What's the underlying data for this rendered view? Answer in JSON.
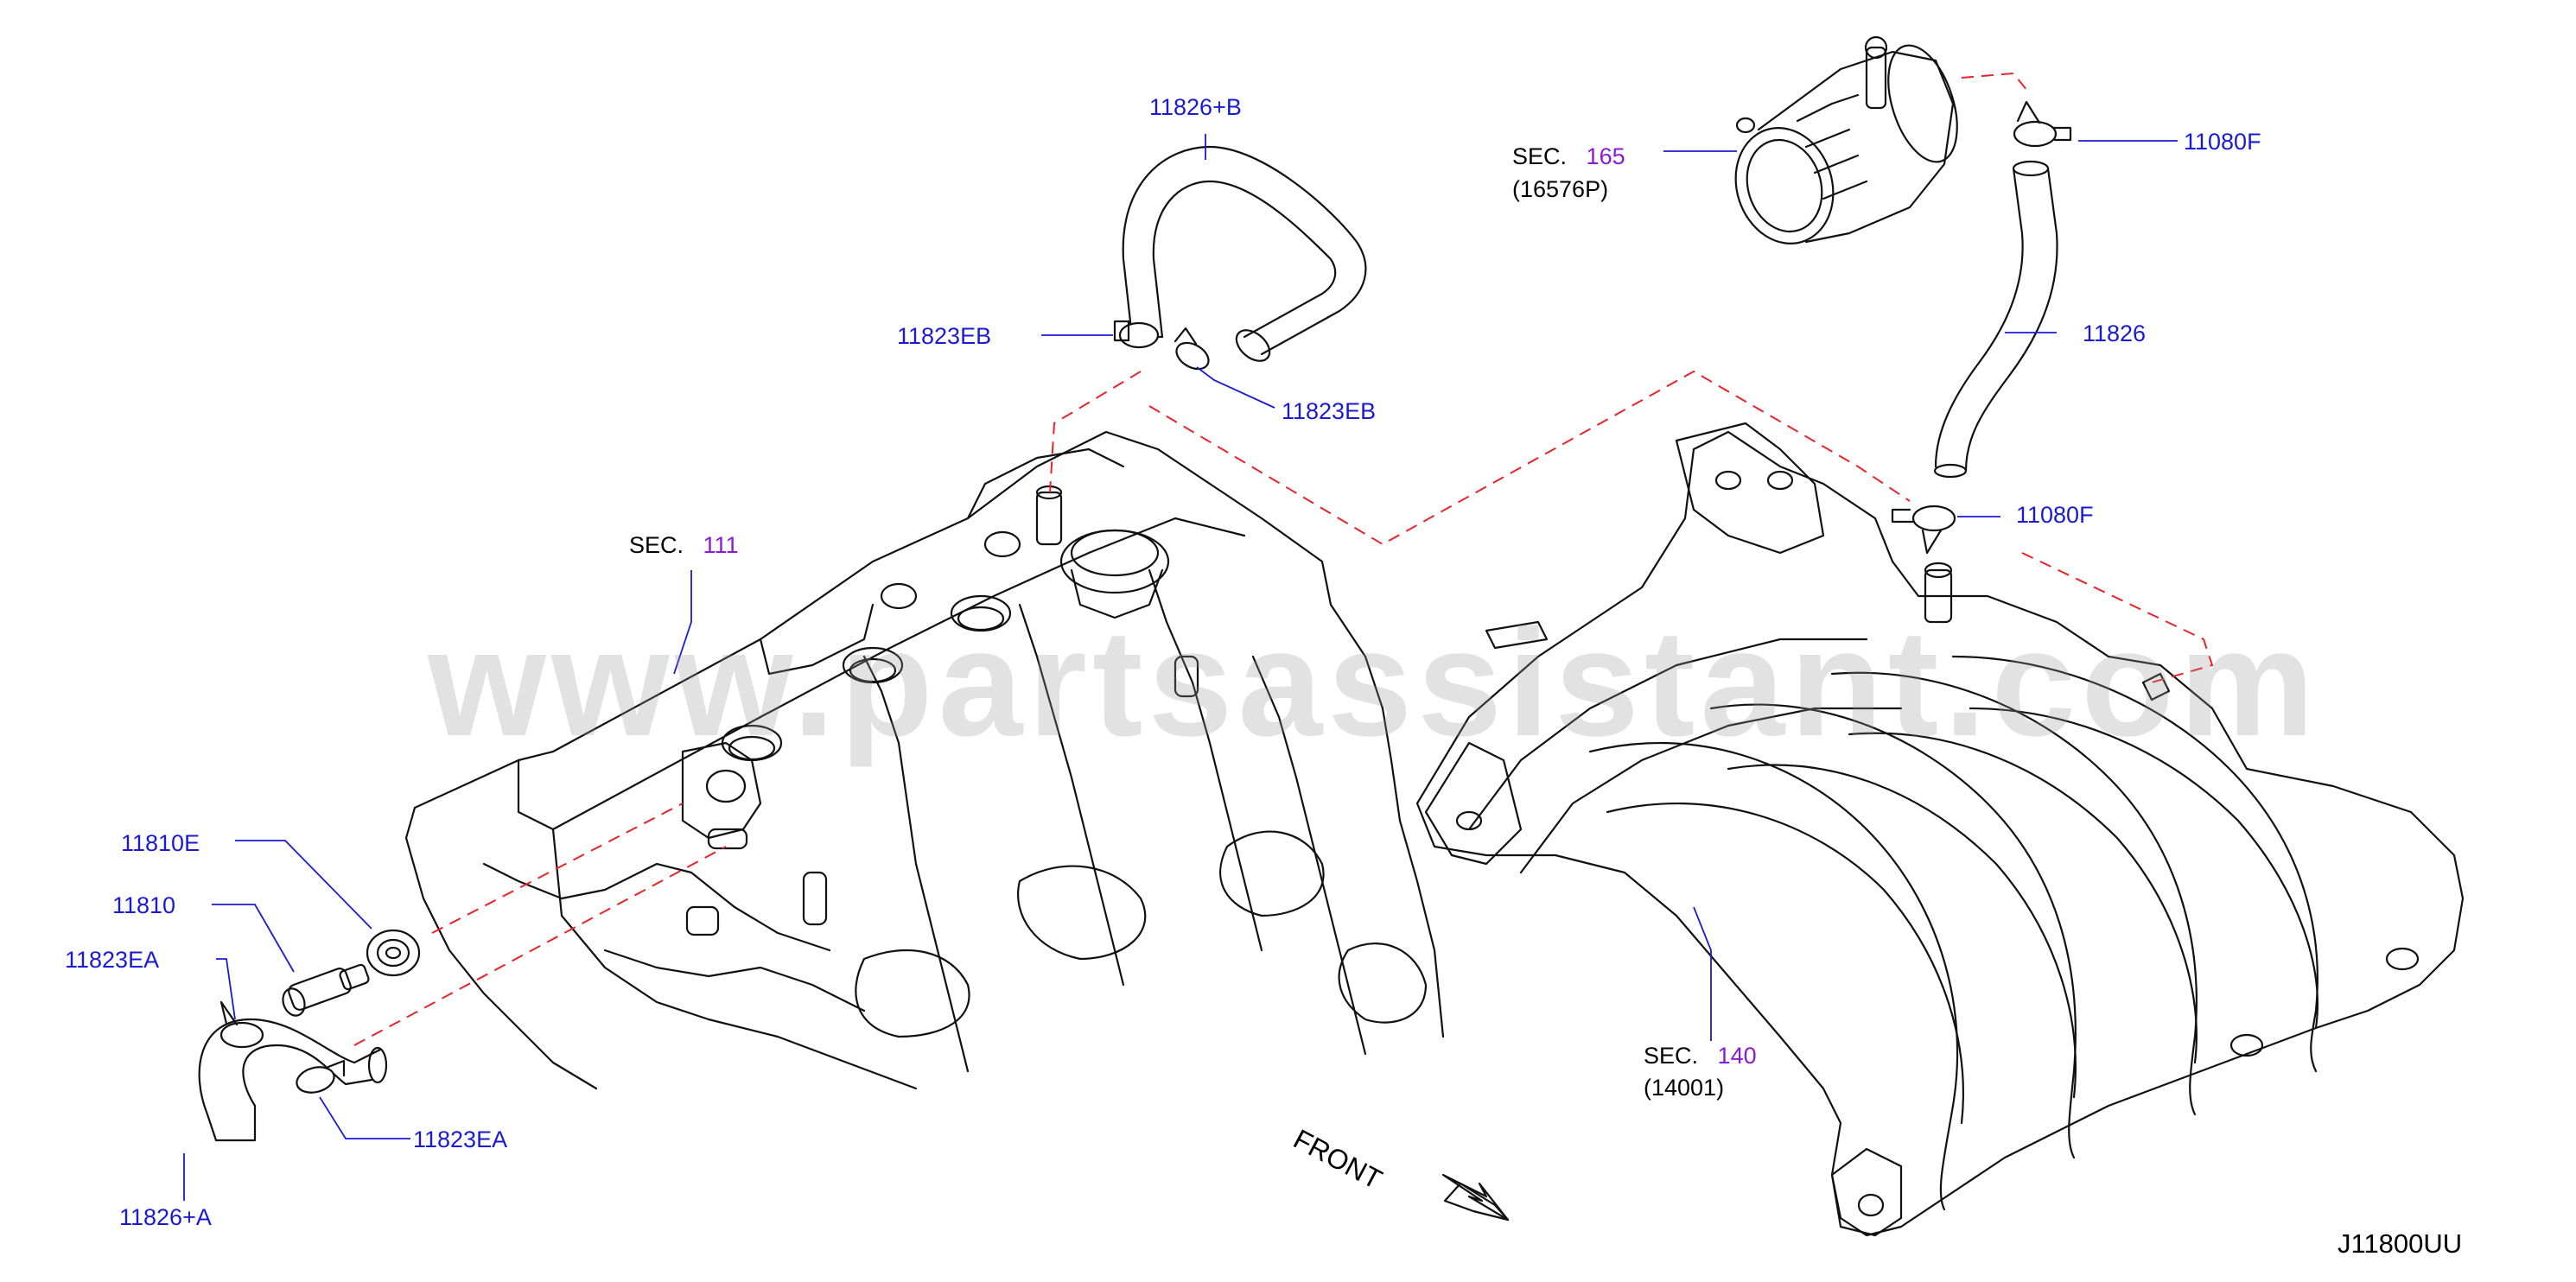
{
  "watermark": "www.partsassistant.com",
  "diagram_code": "J11800UU",
  "front_label": "FRONT",
  "section_prefix": "SEC.",
  "sections": [
    {
      "key": "sec_165",
      "number": "165",
      "ref": "(16576P)"
    },
    {
      "key": "sec_111",
      "number": "111",
      "ref": ""
    },
    {
      "key": "sec_140",
      "number": "140",
      "ref": "(14001)"
    }
  ],
  "parts": [
    {
      "key": "p_11826B",
      "label": "11826+B"
    },
    {
      "key": "p_11823EB_top",
      "label": "11823EB"
    },
    {
      "key": "p_11823EB_bottom",
      "label": "11823EB"
    },
    {
      "key": "p_11080F_top",
      "label": "11080F"
    },
    {
      "key": "p_11826",
      "label": "11826"
    },
    {
      "key": "p_11080F_bottom",
      "label": "11080F"
    },
    {
      "key": "p_11810E",
      "label": "11810E"
    },
    {
      "key": "p_11810",
      "label": "11810"
    },
    {
      "key": "p_11823EA_top",
      "label": "11823EA"
    },
    {
      "key": "p_11823EA_bottom",
      "label": "11823EA"
    },
    {
      "key": "p_11826A",
      "label": "11826+A"
    }
  ],
  "colors": {
    "part_label": "#1a1ad6",
    "section_number": "#8a1ad6",
    "dashed_guide": "#e8242a",
    "outline": "#111111"
  }
}
